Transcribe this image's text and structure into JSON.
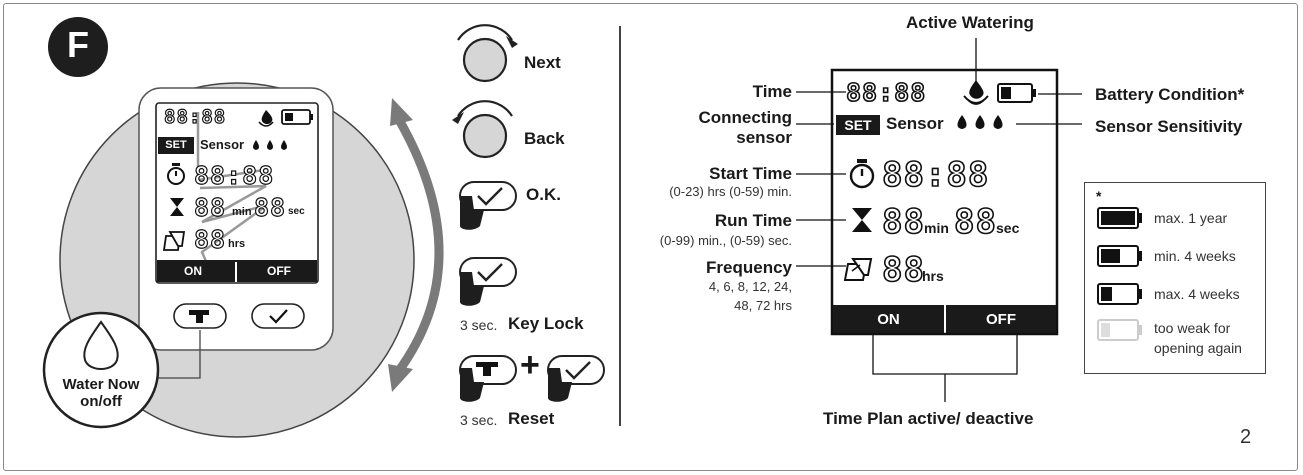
{
  "panel_letter": "F",
  "page_number": "2",
  "water_now": {
    "line1": "Water Now",
    "line2": "on/off"
  },
  "device_lcd": {
    "time_digits": "88:88",
    "set": "SET",
    "sensor": "Sensor",
    "start_digits": "88:88",
    "run_min_digits": "88",
    "min_unit": "min",
    "run_sec_digits": "88",
    "sec_unit": "sec",
    "freq_digits": "88",
    "hrs_unit": "hrs",
    "on": "ON",
    "off": "OFF"
  },
  "controls": {
    "next": "Next",
    "back": "Back",
    "ok": "O.K.",
    "key_lock_time": "3 sec.",
    "key_lock": "Key Lock",
    "reset_time": "3 sec.",
    "reset": "Reset",
    "plus": "+"
  },
  "lcd_diagram": {
    "active_watering": "Active Watering",
    "time": "Time",
    "battery_condition": "Battery Condition*",
    "connecting_sensor_1": "Connecting",
    "connecting_sensor_2": "sensor",
    "sensor_sensitivity": "Sensor Sensitivity",
    "start_time": "Start Time",
    "start_time_range": "(0-23) hrs (0-59) min.",
    "run_time": "Run Time",
    "run_time_range": "(0-99) min., (0-59) sec.",
    "frequency": "Frequency",
    "frequency_values_1": "4, 6, 8, 12, 24,",
    "frequency_values_2": "48, 72 hrs",
    "time_digits": "88:88",
    "set": "SET",
    "sensor": "Sensor",
    "start_digits": "88:88",
    "run_min_digits": "88",
    "min_unit": "min",
    "run_sec_digits": "88",
    "sec_unit": "sec",
    "freq_digits": "88",
    "hrs_unit": "hrs",
    "on": "ON",
    "off": "OFF",
    "time_plan": "Time Plan active/ deactive"
  },
  "battery_legend": {
    "asterisk": "*",
    "items": [
      {
        "label": "max. 1 year",
        "level": 1.0
      },
      {
        "label": "min. 4 weeks",
        "level": 0.55
      },
      {
        "label": "max. 4 weeks",
        "level": 0.3
      },
      {
        "label_line1": "too weak for",
        "label_line2": "opening again",
        "level": 0.0
      }
    ]
  }
}
